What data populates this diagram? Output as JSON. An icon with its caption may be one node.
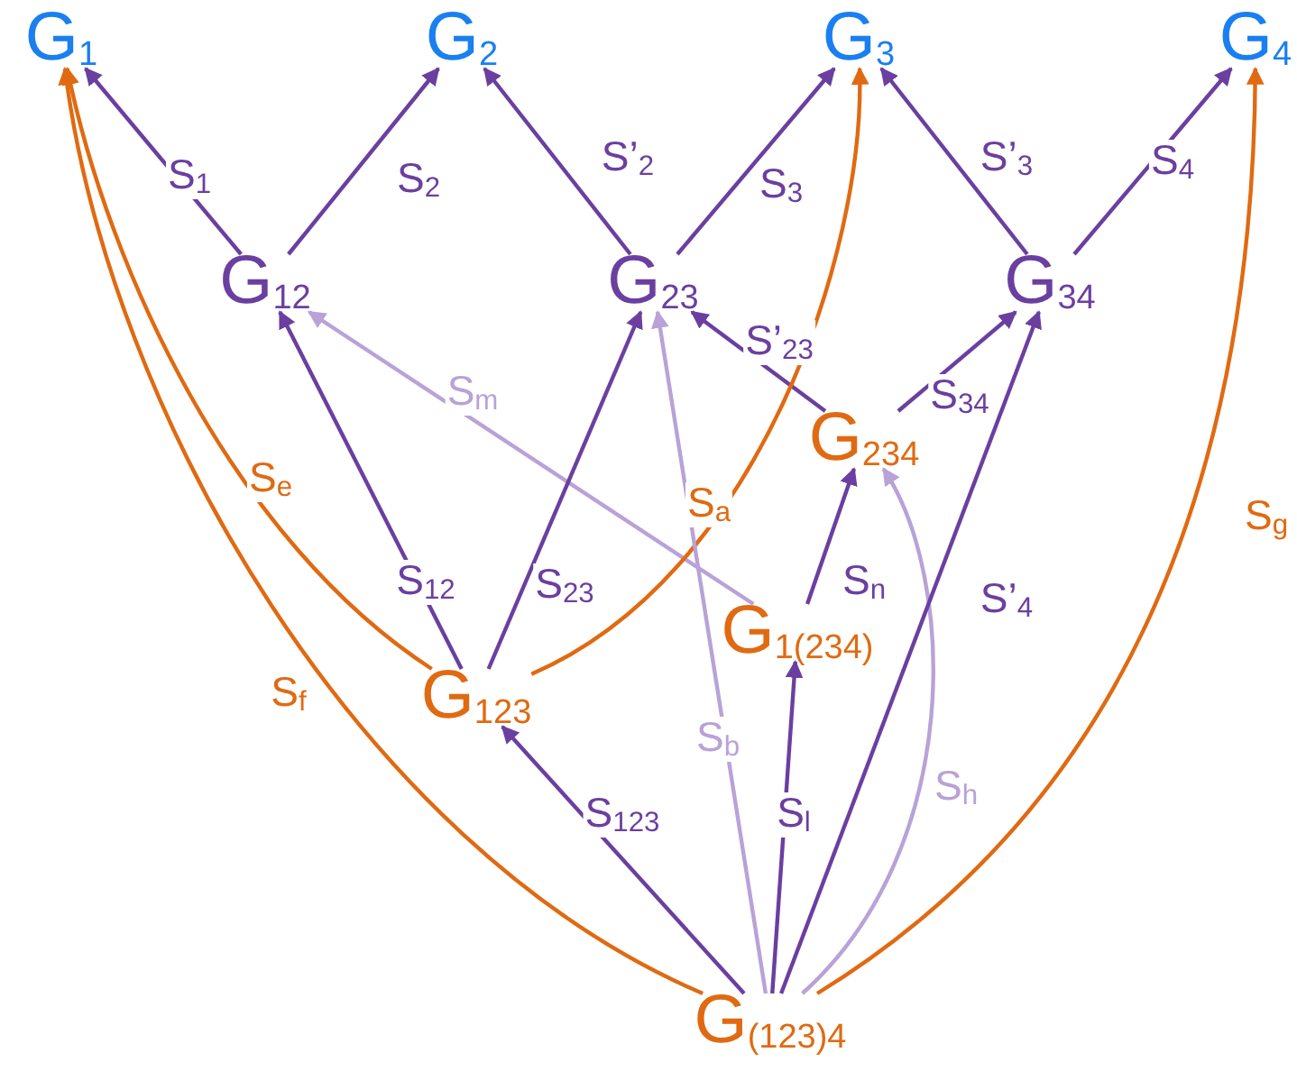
{
  "diagram": {
    "nodes": [
      {
        "text": [
          "G$_{1}$"
        ]
      },
      {
        "text": [
          "G$_{2}$"
        ]
      },
      {
        "text": [
          "G$_{3}$"
        ]
      },
      {
        "text": [
          "G$_{4}$"
        ]
      },
      {
        "text": [
          "G$_{12}$"
        ]
      },
      {
        "text": [
          "G$_{23}$"
        ]
      },
      {
        "text": [
          "G$_{34}$"
        ]
      },
      {
        "text": [
          "G$_{234}$"
        ]
      },
      {
        "text": [
          "G$_{1(234)}$"
        ]
      },
      {
        "text": [
          "G$_{123}$"
        ]
      },
      {
        "text": [
          "G$_{(123)4}$"
        ]
      }
    ],
    "edges": [
      {
        "from": 4,
        "to": 0,
        "arrow": "to",
        "label": "S$_{1}$"
      },
      {
        "from": 4,
        "to": 1,
        "arrow": "to",
        "label": "S$_{2}$"
      },
      {
        "from": 5,
        "to": 1,
        "arrow": "to",
        "label": "S’$_{2}$"
      },
      {
        "from": 5,
        "to": 2,
        "arrow": "to",
        "label": "S$_{3}$"
      },
      {
        "from": 6,
        "to": 2,
        "arrow": "to",
        "label": "S’$_{3}$"
      },
      {
        "from": 6,
        "to": 3,
        "arrow": "to",
        "label": "S$_{4}$"
      },
      {
        "from": 7,
        "to": 5,
        "arrow": "to",
        "label": "S’$_{23}$"
      },
      {
        "from": 7,
        "to": 6,
        "arrow": "to",
        "label": "S$_{34}$"
      },
      {
        "from": 8,
        "to": 7,
        "arrow": "to",
        "label": "S$_{n}$"
      },
      {
        "from": 8,
        "to": 4,
        "arrow": "to",
        "label": "S$_{m}$",
        "color": "#b8a2d8"
      },
      {
        "from": 9,
        "to": 4,
        "arrow": "to",
        "label": "S$_{12}$"
      },
      {
        "from": 9,
        "to": 5,
        "arrow": "to",
        "label": "S$_{23}$"
      },
      {
        "from": 9,
        "to": 0,
        "arrow": "to",
        "label": "S$_{e}$",
        "color": "#e06a12"
      },
      {
        "from": 9,
        "to": 2,
        "arrow": "to",
        "label": "S$_{a}$",
        "color": "#e06a12"
      },
      {
        "from": 10,
        "to": 0,
        "arrow": "to",
        "label": "S$_{f}$",
        "color": "#e06a12"
      },
      {
        "from": 10,
        "to": 9,
        "arrow": "to",
        "label": "S$_{123}$"
      },
      {
        "from": 10,
        "to": 5,
        "arrow": "to",
        "label": "S$_{b}$",
        "color": "#b8a2d8"
      },
      {
        "from": 10,
        "to": 8,
        "arrow": "to",
        "label": "S$_{l}$"
      },
      {
        "from": 10,
        "to": 7,
        "arrow": "to",
        "label": "S$_{h}$",
        "color": "#b8a2d8"
      },
      {
        "from": 10,
        "to": 6,
        "arrow": "to",
        "label": "S’$_{4}$"
      },
      {
        "from": 10,
        "to": 3,
        "arrow": "to",
        "label": "S$_{g}$",
        "color": "#e06a12"
      }
    ]
  }
}
